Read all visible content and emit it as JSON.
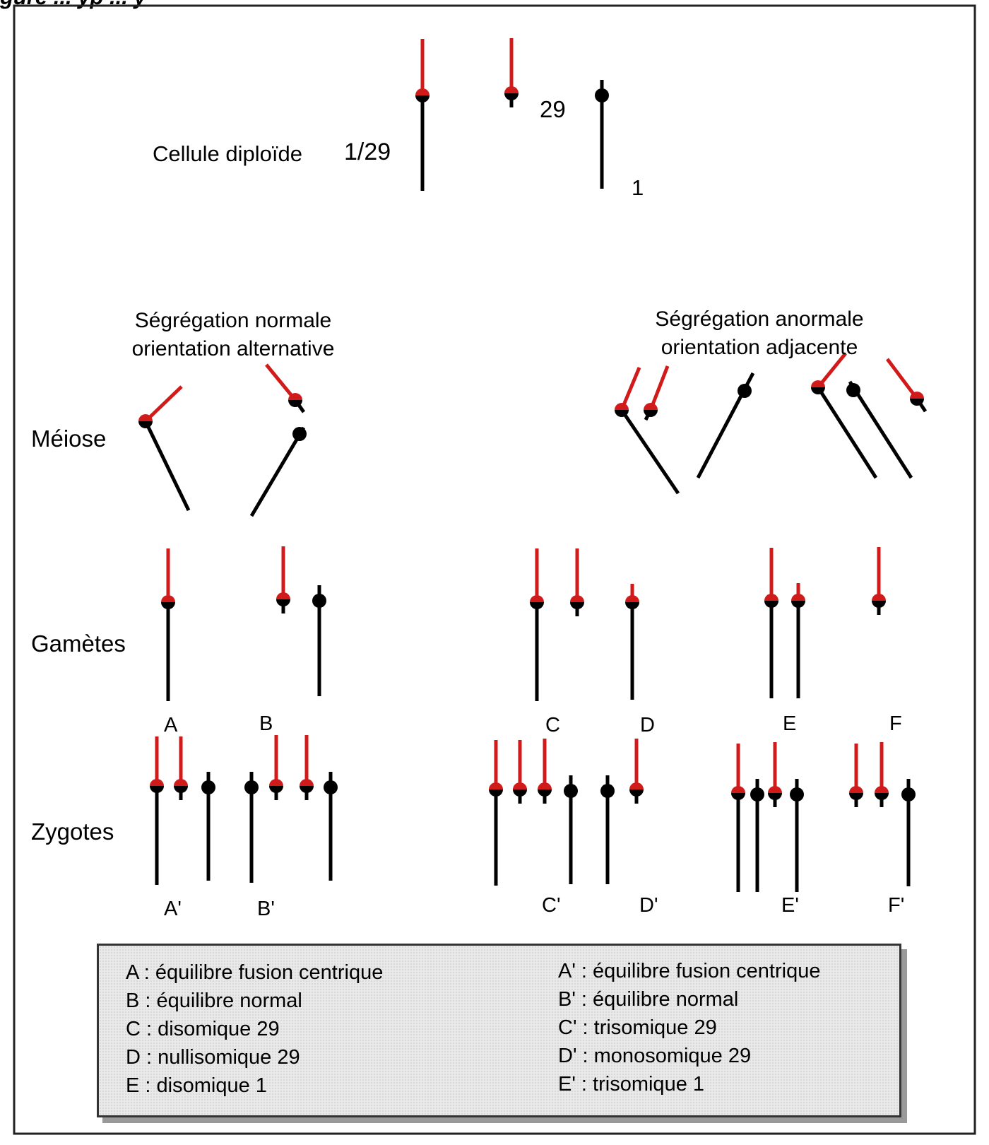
{
  "figure_title": "gure ... yp ... y",
  "diploid": {
    "label": "Cellule diploïde",
    "karyotype": "1/29",
    "chrom_29": "29",
    "chrom_1": "1"
  },
  "headers": {
    "normal_line1": "Ségrégation normale",
    "normal_line2": "orientation alternative",
    "abnormal_line1": "Ségrégation anormale",
    "abnormal_line2": "orientation adjacente"
  },
  "rows": {
    "meiosis": "Méiose",
    "gametes": "Gamètes",
    "zygotes": "Zygotes"
  },
  "gametes": [
    "A",
    "B",
    "C",
    "D",
    "E",
    "F"
  ],
  "zygotes": [
    "A'",
    "B'",
    "C'",
    "D'",
    "E'",
    "F'"
  ],
  "legend": {
    "left": [
      "A : équilibre fusion centrique",
      "B : équilibre normal",
      "C : disomique 29",
      "D : nullisomique 29",
      "E : disomique 1"
    ],
    "right": [
      "A' : équilibre fusion centrique",
      "B' : équilibre normal",
      "C' : trisomique 29",
      "D' : monosomique 29",
      "E' : trisomique 1"
    ]
  },
  "colors": {
    "chrom_29": "#d11a1a",
    "chrom_1": "#000000",
    "frame": "#222222"
  }
}
